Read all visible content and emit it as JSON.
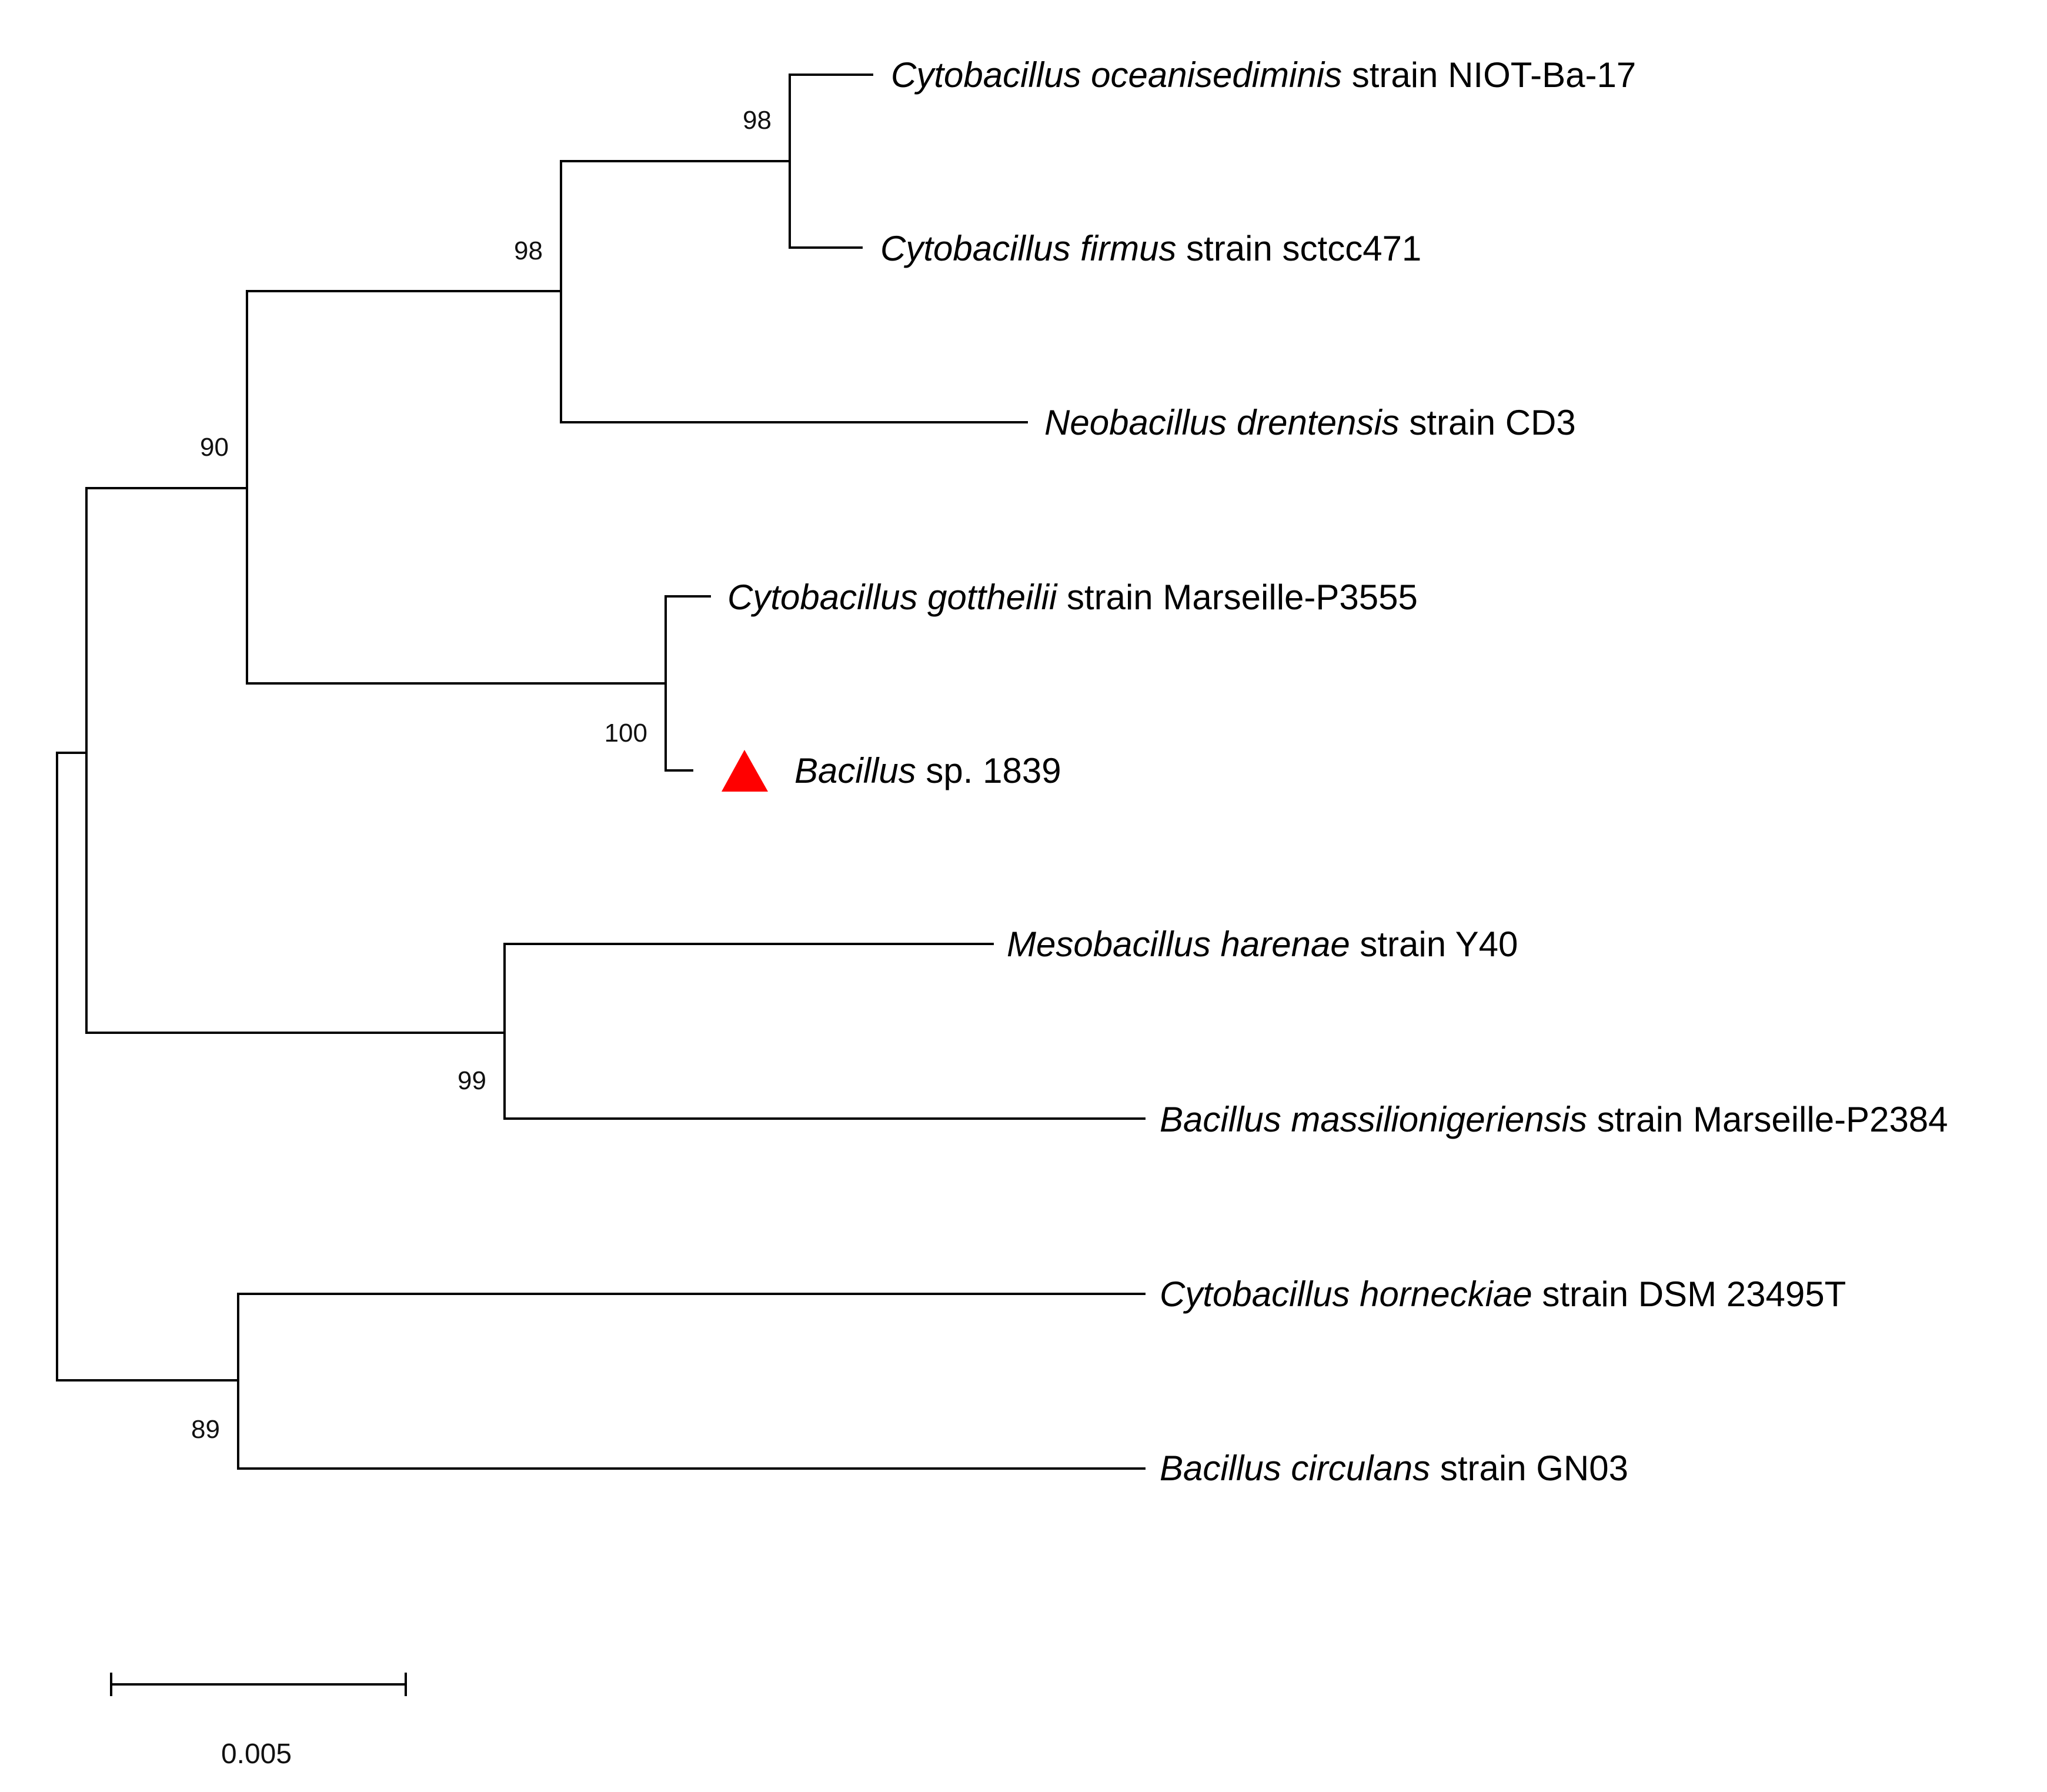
{
  "tree": {
    "taxa": [
      {
        "id": "t1",
        "genus_species": "Cytobacillus oceanisediminis",
        "rest": " strain NIOT-Ba-17"
      },
      {
        "id": "t2",
        "genus_species": "Cytobacillus firmus",
        "rest": " strain sctcc471"
      },
      {
        "id": "t3",
        "genus_species": "Neobacillus drentensis",
        "rest": " strain CD3"
      },
      {
        "id": "t4",
        "genus_species": "Cytobacillus gottheilii",
        "rest": " strain Marseille-P3555"
      },
      {
        "id": "t5",
        "genus_species": "Bacillus",
        "rest": " sp. 1839",
        "marker": "red-triangle",
        "marker_color": "#ff0000"
      },
      {
        "id": "t6",
        "genus_species": "Mesobacillus harenae",
        "rest": " strain Y40"
      },
      {
        "id": "t7",
        "genus_species": "Bacillus massilionigeriensis",
        "rest": " strain Marseille-P2384"
      },
      {
        "id": "t8",
        "genus_species": "Cytobacillus horneckiae",
        "rest": " strain DSM 23495T"
      },
      {
        "id": "t9",
        "genus_species": "Bacillus circulans",
        "rest": " strain GN03"
      }
    ],
    "bootstrap_values": {
      "n_oce_fir": "98",
      "n_cyto_neo": "98",
      "n_upper": "90",
      "n_gott_bac": "100",
      "n_meso_mass": "99",
      "n_horn_circ": "89"
    },
    "scale_bar": {
      "label": "0.005",
      "length": 0.005
    }
  }
}
